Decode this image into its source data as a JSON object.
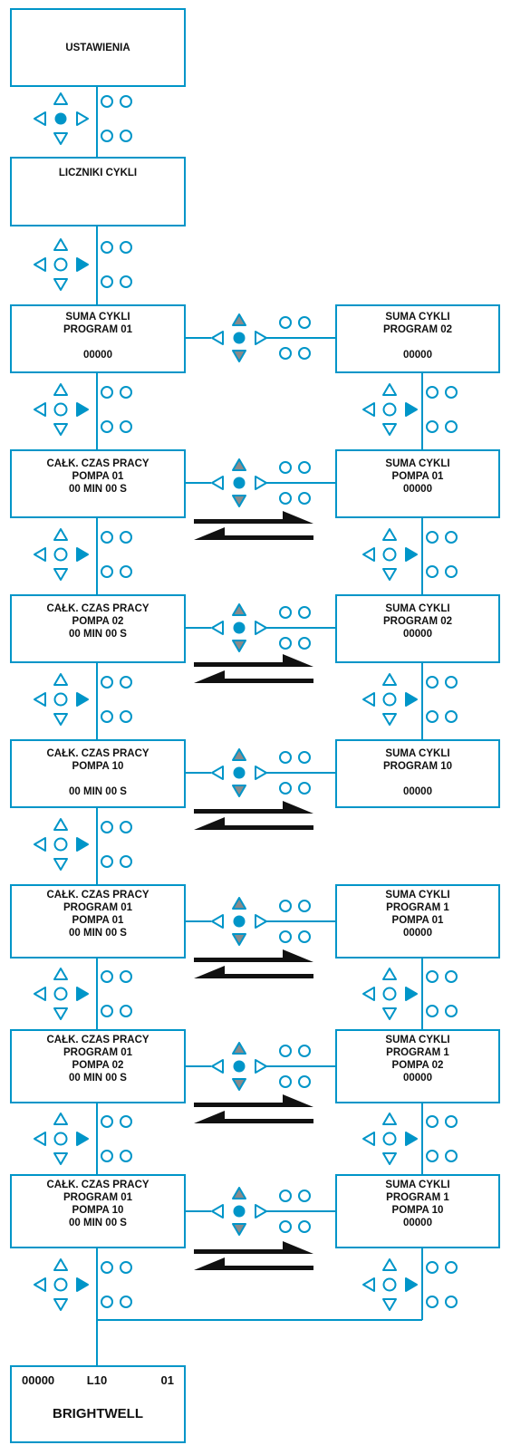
{
  "colors": {
    "line": "#0095c8",
    "dot": "#0095c8",
    "arrow_fill_gray": "#8a8a8a",
    "text": "#111111"
  },
  "screens": {
    "ustawienia": [
      "USTAWIENIA"
    ],
    "liczniki": [
      "LICZNIKI CYKLI"
    ],
    "l1": [
      "SUMA CYKLI",
      "PROGRAM 01",
      "",
      "00000"
    ],
    "r1": [
      "SUMA CYKLI",
      "PROGRAM 02",
      "",
      "00000"
    ],
    "l2": [
      "CAŁK. CZAS PRACY",
      "POMPA 01",
      "00 MIN 00 S"
    ],
    "r2": [
      "SUMA CYKLI",
      "POMPA 01",
      "00000"
    ],
    "l3": [
      "CAŁK. CZAS PRACY",
      "POMPA 02",
      "00 MIN 00 S"
    ],
    "r3": [
      "SUMA CYKLI",
      "PROGRAM 02",
      "00000"
    ],
    "l4": [
      "CAŁK. CZAS PRACY",
      "POMPA 10",
      "",
      "00 MIN 00 S"
    ],
    "r4": [
      "SUMA CYKLI",
      "PROGRAM 10",
      "",
      "00000"
    ],
    "l5": [
      "CAŁK. CZAS PRACY",
      "PROGRAM 01",
      "POMPA 01",
      "00 MIN 00 S"
    ],
    "r5": [
      "SUMA CYKLI",
      "PROGRAM 1",
      "POMPA 01",
      "00000"
    ],
    "l6": [
      "CAŁK. CZAS PRACY",
      "PROGRAM 01",
      "POMPA 02",
      "00 MIN 00 S"
    ],
    "r6": [
      "SUMA CYKLI",
      "PROGRAM 1",
      "POMPA 02",
      "00000"
    ],
    "l7": [
      "CAŁK. CZAS PRACY",
      "PROGRAM 01",
      "POMPA 10",
      "00 MIN 00 S"
    ],
    "r7": [
      "SUMA CYKLI",
      "PROGRAM 1",
      "POMPA 10",
      "00000"
    ]
  },
  "final_screen": {
    "counter": "00000",
    "level": "L10",
    "number": "01",
    "brand": "BRIGHTWELL"
  }
}
